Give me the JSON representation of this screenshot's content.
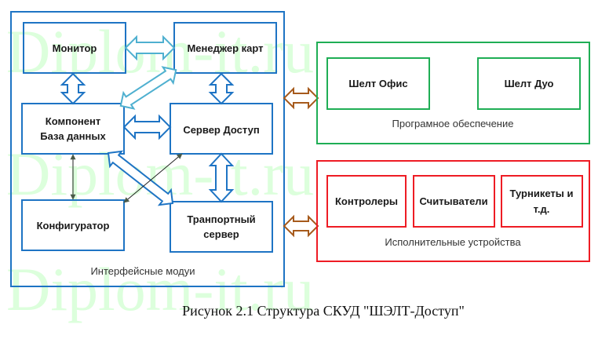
{
  "watermark": {
    "text": "Diplom-it.ru",
    "color": "#dcffdc"
  },
  "colors": {
    "interface_group": "#1e74c4",
    "software_group": "#1fae55",
    "devices_group": "#ee1c24",
    "link_arrow": "#a65a1c",
    "inner_arrow": "#1e74c4",
    "inner_arrow_light": "#4fb0d0",
    "thin_arrow": "#4a5a48"
  },
  "groups": {
    "interface": {
      "label": "Интерфейсные модуи",
      "modules": {
        "monitor": "Монитор",
        "card_manager": "Менеджер карт",
        "db_component_line1": "Компонент",
        "db_component_line2": "База данных",
        "access_server": "Сервер Доступ",
        "configurator": "Конфигуратор",
        "transport_line1": "Транпортный",
        "transport_line2": "сервер"
      }
    },
    "software": {
      "label": "Програмное обеспечение",
      "items": [
        "Шелт Офис",
        "Шелт Дуо"
      ]
    },
    "devices": {
      "label": "Исполнительные устройства",
      "items": [
        "Контролеры",
        "Считыватели"
      ],
      "turnstiles_line1": "Турникеты и",
      "turnstiles_line2": "т.д."
    }
  },
  "caption": "Рисунок 2.1 Структура СКУД \"ШЭЛТ-Доступ\""
}
